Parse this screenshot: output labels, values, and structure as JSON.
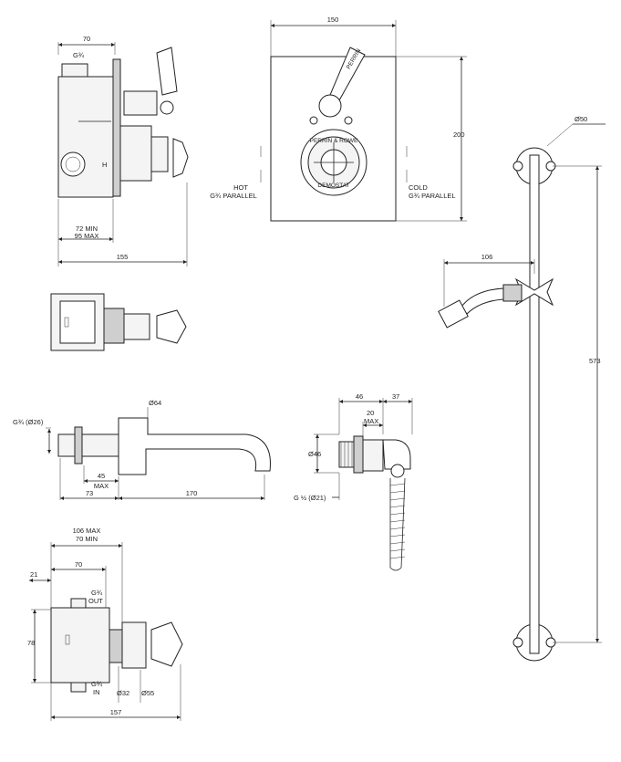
{
  "diagram": {
    "view_side": {
      "dim_top": "70",
      "port_top": "G¾",
      "dim_min": "72 MIN",
      "dim_max": "95 MAX",
      "dim_bottom": "155"
    },
    "view_front": {
      "dim_width": "150",
      "dim_height": "200",
      "hot_label": "HOT",
      "hot_port": "G¾ PARALLEL",
      "cold_label": "COLD",
      "cold_port": "G¾ PARALLEL",
      "brand_top": "PERRIN & ROWE",
      "brand_bottom": "DEMOSTAT",
      "handle_brand": "PERRIN"
    },
    "view_spout": {
      "port": "G¾ (Ø26)",
      "dia": "Ø64",
      "dim_45": "45",
      "dim_max": "MAX",
      "dim_73": "73",
      "dim_170": "170"
    },
    "view_elbow": {
      "dim_46": "46",
      "dim_37": "37",
      "dim_20": "20",
      "dim_max": "MAX",
      "dia46": "Ø46",
      "port": "G ½ (Ø21)"
    },
    "view_stop": {
      "dim_106max": "106 MAX",
      "dim_70min": "70 MIN",
      "dim_70": "70",
      "dim_21": "21",
      "dim_78": "78",
      "out_port": "G¾",
      "out_label": "OUT",
      "in_port": "G¾",
      "in_label": "IN",
      "dia32": "Ø32",
      "dia55": "Ø55",
      "dim_157": "157"
    },
    "view_rail": {
      "dia50": "Ø50",
      "dim_106": "106",
      "dim_573": "573"
    }
  }
}
